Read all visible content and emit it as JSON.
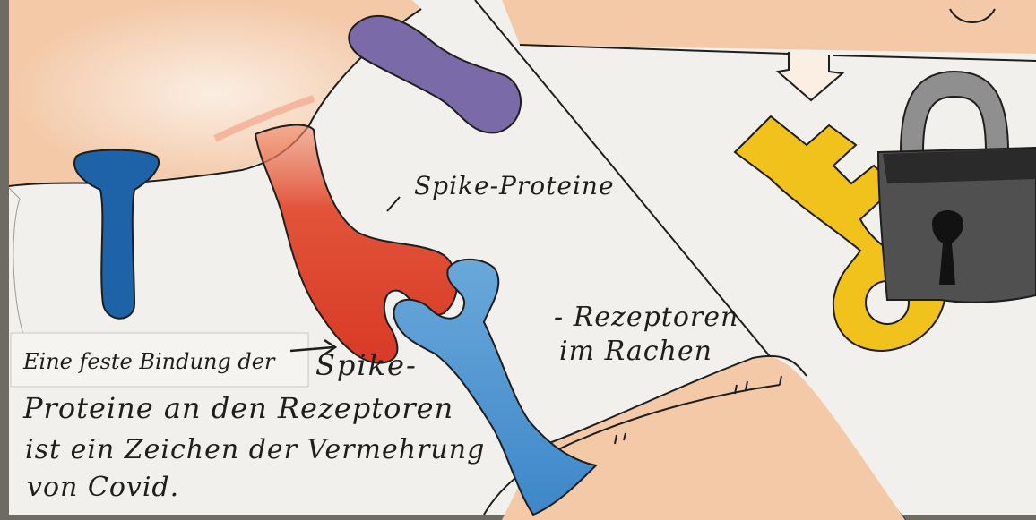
{
  "labels": {
    "spike": "Spike-Proteine",
    "rezeptoren_line1": "Rezeptoren",
    "rezeptoren_line2": "im Rachen"
  },
  "caption": {
    "line1": "Eine feste Bindung der",
    "line1_tail": "Spike-",
    "line2": "Proteine an den Rezeptoren",
    "line3": "ist ein Zeichen der Vermehrung",
    "line4": "von Covid."
  },
  "colors": {
    "peach": "#f3c9a8",
    "paper": "#f2f0ec",
    "spike_red": "#d9412c",
    "receptor_blue": "#5a9bd0",
    "receptor_dark_blue": "#1e62a8",
    "purple": "#7a6aa8",
    "key_yellow": "#f2c21c",
    "lock_gray": "#555555"
  }
}
